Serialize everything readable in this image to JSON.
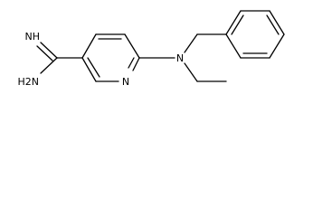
{
  "molecule": {
    "atom_labels": {
      "imine_nh": "NH",
      "amine_h2n": "H2N",
      "ring_n": "N",
      "tertiary_n": "N"
    },
    "colors": {
      "bond": "#000000",
      "label": "#000000",
      "background": "#ffffff"
    }
  }
}
